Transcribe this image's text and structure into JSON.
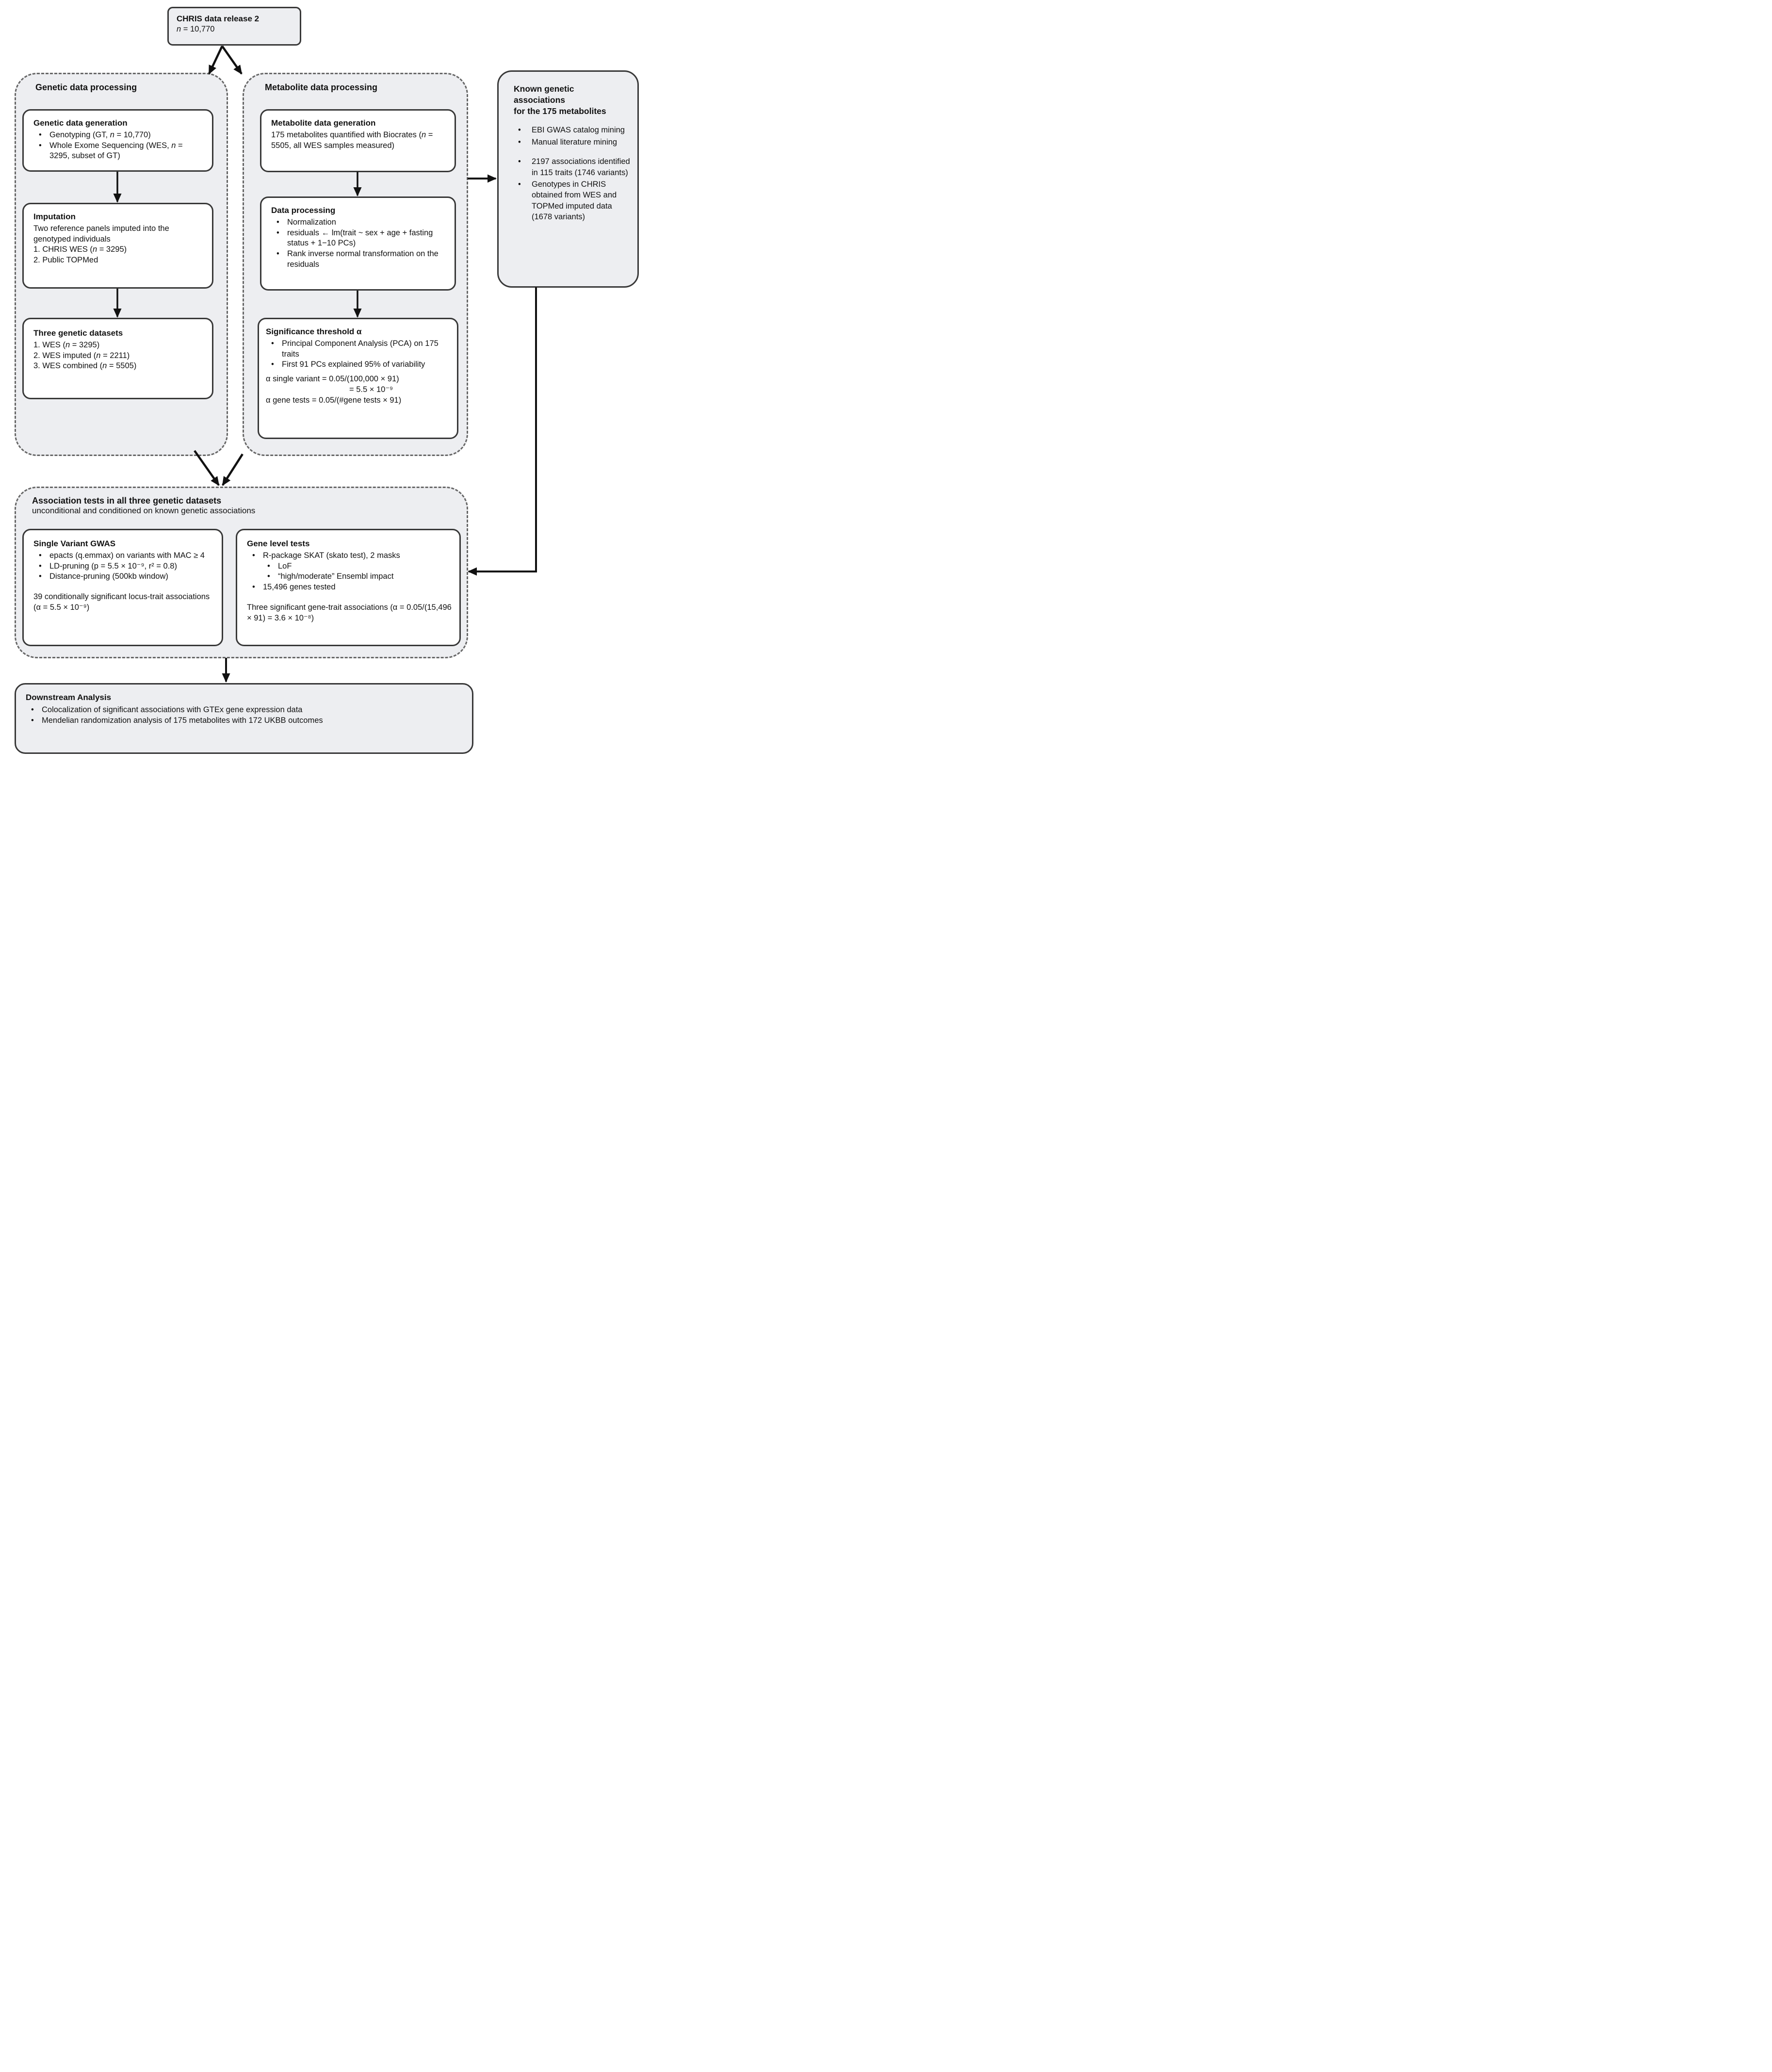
{
  "top_box": {
    "title": "CHRIS data release 2",
    "subtitle": "n = 10,770"
  },
  "genetic_container": {
    "header": "Genetic data processing",
    "generation": {
      "title": "Genetic data generation",
      "bullets": [
        "Genotyping (GT, n = 10,770)",
        "Whole Exome Sequencing (WES, n = 3295, subset of GT)"
      ]
    },
    "imputation": {
      "title": "Imputation",
      "lines": [
        "Two reference panels imputed into the genotyped individuals",
        "1. CHRIS WES (n = 3295)",
        "2. Public TOPMed"
      ]
    },
    "datasets": {
      "title": "Three genetic datasets",
      "lines": [
        "1. WES (n = 3295)",
        "2. WES imputed (n = 2211)",
        "3. WES combined (n = 5505)"
      ]
    }
  },
  "metabolite_container": {
    "header": "Metabolite data processing",
    "generation": {
      "title": "Metabolite data generation",
      "body": "175 metabolites quantified with Biocrates (n = 5505, all WES samples measured)"
    },
    "processing": {
      "title": "Data processing",
      "bullets": [
        "Normalization",
        "residuals ← lm(trait ~ sex + age + fasting status + 1−10 PCs)",
        "Rank inverse normal transformation on the residuals"
      ]
    },
    "significance": {
      "title": "Significance threshold α",
      "bullets": [
        "Principal Component Analysis (PCA) on 175 traits",
        "First 91 PCs explained 95% of variability"
      ],
      "eq1": "α single variant = 0.05/(100,000 × 91)",
      "eq2": "= 5.5 × 10⁻⁹",
      "eq3": "α gene tests = 0.05/(#gene tests × 91)"
    }
  },
  "known_box": {
    "title_line1": "Known genetic",
    "title_line2": "associations",
    "title_line3": "for the 175 metabolites",
    "bullets_top": [
      "EBI GWAS catalog mining",
      "Manual literature mining"
    ],
    "bullets_bottom": [
      "2197 associations identified in 115 traits (1746 variants)",
      "Genotypes in CHRIS obtained from WES and TOPMed imputed data (1678 variants)"
    ]
  },
  "association_container": {
    "header": "Association tests in all three genetic datasets",
    "subheader": "unconditional and conditioned on known genetic associations",
    "single_variant": {
      "title": "Single Variant GWAS",
      "bullets": [
        "epacts (q.emmax) on variants with MAC ≥ 4",
        "LD-pruning (p = 5.5 × 10⁻⁹, r² = 0.8)",
        "Distance-pruning (500kb window)"
      ],
      "result": "39 conditionally significant locus-trait associations (α = 5.5 × 10⁻⁹)"
    },
    "gene_level": {
      "title": "Gene level tests",
      "bullet1": "R-package SKAT (skato test), 2 masks",
      "sub_bullets": [
        "LoF",
        "“high/moderate” Ensembl impact"
      ],
      "bullet2": "15,496 genes tested",
      "result": "Three significant gene-trait associations (α = 0.05/(15,496 × 91) = 3.6 × 10⁻⁸)"
    }
  },
  "downstream_box": {
    "title": "Downstream Analysis",
    "bullets": [
      "Colocalization of significant associations with GTEx gene expression data",
      "Mendelian randomization analysis of 175 metabolites with 172 UKBB outcomes"
    ]
  },
  "colors": {
    "container_fill": "#edeef1",
    "box_border": "#383838",
    "dash_border": "#676767",
    "arrow": "#111111"
  }
}
